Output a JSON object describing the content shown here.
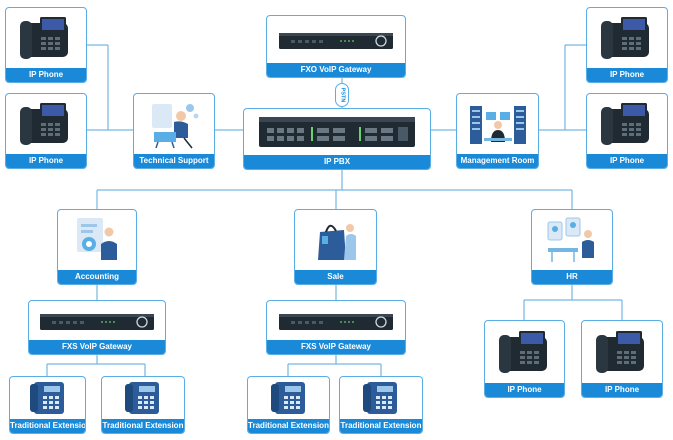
{
  "labels": {
    "ip_phone": "IP Phone",
    "technical_support": "Technical Support",
    "fxo_gateway": "FXO VoIP Gateway",
    "pstn": "PSTN",
    "ip_pbx": "IP PBX",
    "management_room": "Management Room",
    "accounting": "Accounting",
    "sale": "Sale",
    "hr": "HR",
    "fxs_gateway": "FXS VoIP Gateway",
    "traditional_extension": "Traditional Extension"
  },
  "colors": {
    "accent": "#1a8ad8",
    "border": "#5aaee6",
    "device": "#1f2a33",
    "phone_screen": "#3d5aa8",
    "trad_phone": "#2c5d9a"
  }
}
